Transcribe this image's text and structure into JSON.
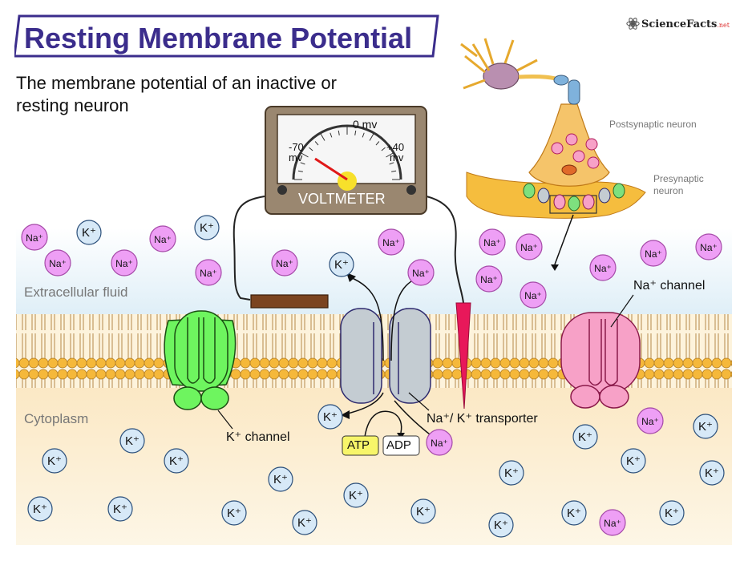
{
  "title": "Resting Membrane Potential",
  "subtitle": "The membrane potential of an inactive or resting neuron",
  "brand": {
    "name": "ScienceFacts",
    "suffix": ".net"
  },
  "voltmeter": {
    "label": "VOLTMETER",
    "zero_label": "0 mv",
    "neg_label": "-70",
    "neg_unit": "mv",
    "pos_label": "+40",
    "pos_unit": "mv",
    "reading_mv": -70
  },
  "regions": {
    "extracellular": "Extracellular fluid",
    "cytoplasm": "Cytoplasm"
  },
  "neuron_labels": {
    "postsynaptic": "Postsynaptic neuron",
    "presynaptic": "Presynaptic neuron"
  },
  "labels": {
    "k_channel": "K⁺ channel",
    "na_channel": "Na⁺ channel",
    "transporter": "Na⁺/ K⁺ transporter",
    "atp": "ATP",
    "adp": "ADP"
  },
  "ions": {
    "na": "Na⁺",
    "k": "K⁺"
  },
  "colors": {
    "title": "#3b2d8c",
    "na_ion": "#ee9ff5",
    "k_ion": "#d7e9f7",
    "k_channel": "#6ef55f",
    "na_channel": "#f7a1c7",
    "transporter": "#c4ccd2",
    "membrane": "#f5b83a",
    "cytoplasm": "#fbeccc",
    "atp": "#f7f56a",
    "electrode": "#e8185a"
  }
}
